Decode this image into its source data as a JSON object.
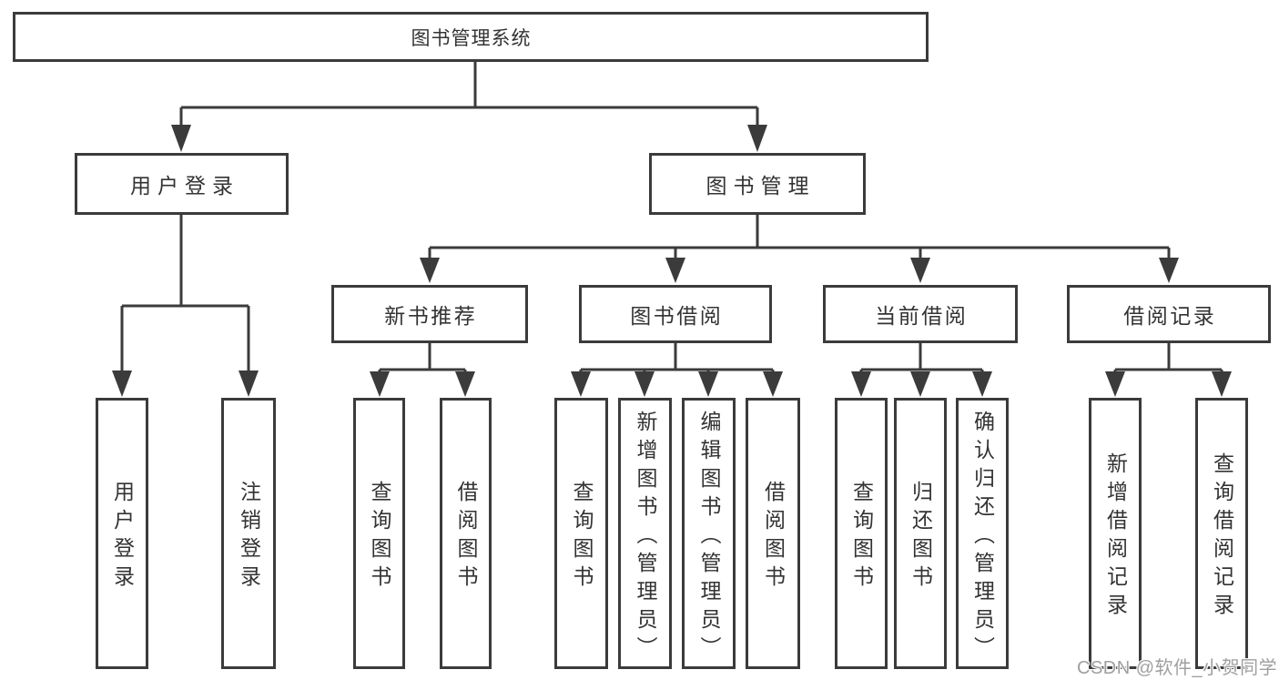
{
  "diagram": {
    "root": {
      "label": "图书管理系统"
    },
    "login": {
      "label": "用户登录",
      "children": [
        {
          "label": "用户登录"
        },
        {
          "label": "注销登录"
        }
      ]
    },
    "management": {
      "label": "图书管理",
      "groups": [
        {
          "label": "新书推荐",
          "children": [
            {
              "label": "查询图书"
            },
            {
              "label": "借阅图书"
            }
          ]
        },
        {
          "label": "图书借阅",
          "children": [
            {
              "label": "查询图书"
            },
            {
              "label": "新增图书（管理员）"
            },
            {
              "label": "编辑图书（管理员）"
            },
            {
              "label": "借阅图书"
            }
          ]
        },
        {
          "label": "当前借阅",
          "children": [
            {
              "label": "查询图书"
            },
            {
              "label": "归还图书"
            },
            {
              "label": "确认归还（管理员）"
            }
          ]
        },
        {
          "label": "借阅记录",
          "children": [
            {
              "label": "新增借阅记录"
            },
            {
              "label": "查询借阅记录"
            }
          ]
        }
      ]
    },
    "watermark": "CSDN @软件_小贺同学",
    "colors": {
      "line": "#3b3b3b",
      "text": "#333333",
      "watermark_text": "#9f9f9f",
      "background": "#ffffff"
    }
  }
}
